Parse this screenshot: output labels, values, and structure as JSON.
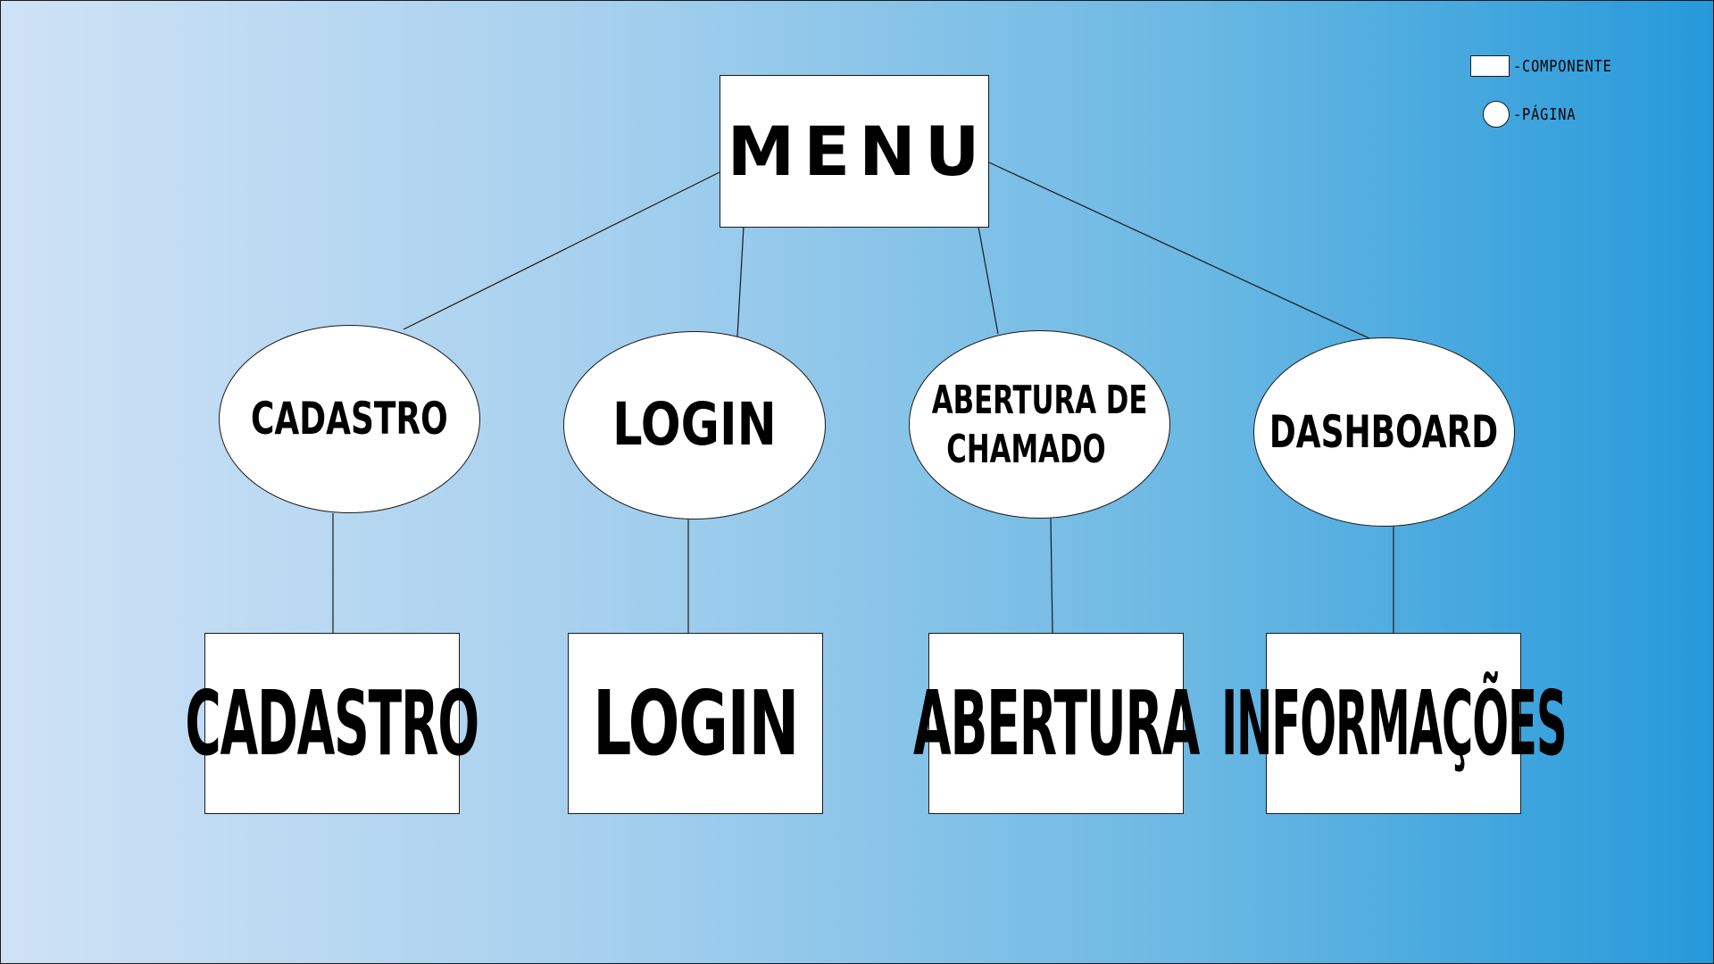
{
  "menu": {
    "label": "MENU"
  },
  "pages": [
    {
      "id": "cadastro",
      "label": "CADASTRO"
    },
    {
      "id": "login",
      "label": "LOGIN"
    },
    {
      "id": "abertura",
      "label_line1": "ABERTURA DE",
      "label_line2": "CHAMADO"
    },
    {
      "id": "dashboard",
      "label": "DASHBOARD"
    }
  ],
  "components": [
    {
      "id": "cadastro",
      "label": "CADASTRO"
    },
    {
      "id": "login",
      "label": "LOGIN"
    },
    {
      "id": "abertura",
      "label": "ABERTURA"
    },
    {
      "id": "informacoes",
      "label": "INFORMAÇÕES"
    }
  ],
  "legend": {
    "component": "-COMPONENTE",
    "page": "-PÁGINA"
  }
}
